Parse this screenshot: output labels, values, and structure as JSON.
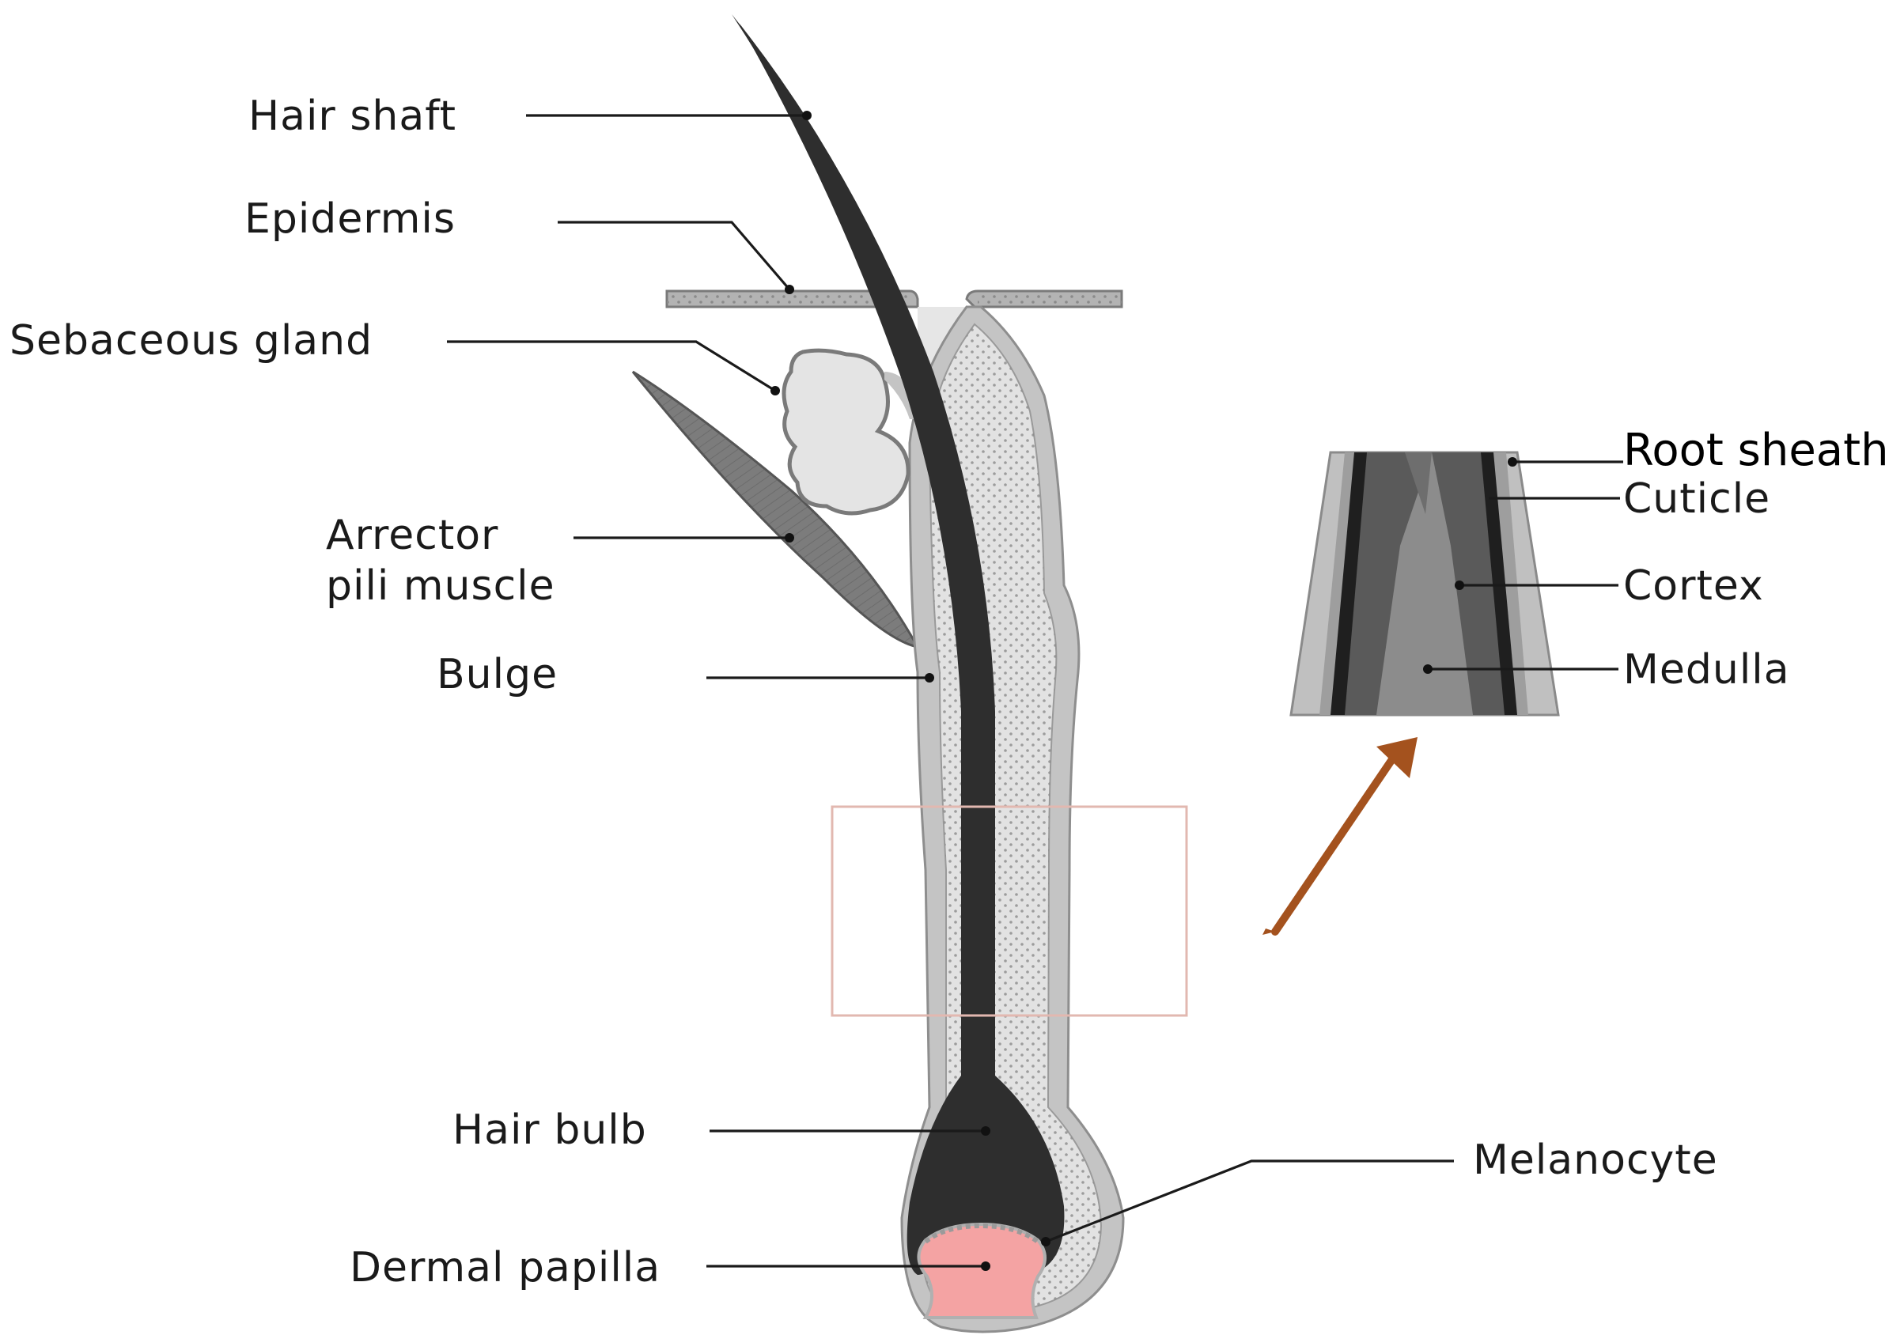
{
  "labels": {
    "hair_shaft": "Hair shaft",
    "epidermis": "Epidermis",
    "sebaceous_gland": "Sebaceous gland",
    "arrector_line1": "Arrector",
    "arrector_line2": "pili muscle",
    "bulge": "Bulge",
    "hair_bulb": "Hair bulb",
    "dermal_papilla": "Dermal papilla",
    "melanocyte": "Melanocyte"
  },
  "inset_labels": {
    "root_sheath": "Root sheath",
    "cuticle": "Cuticle",
    "cortex": "Cortex",
    "medulla": "Medulla"
  },
  "colors": {
    "shaft": "#2e2e2e",
    "sheath": "#c4c4c4",
    "inner_sheath": "#e2e2e2",
    "skin": "#b3b3b3",
    "muscle": "#7c7c7c",
    "papilla": "#f4a3a3",
    "arrow": "#a4521e",
    "highlight_box": "#e2b8b0"
  }
}
